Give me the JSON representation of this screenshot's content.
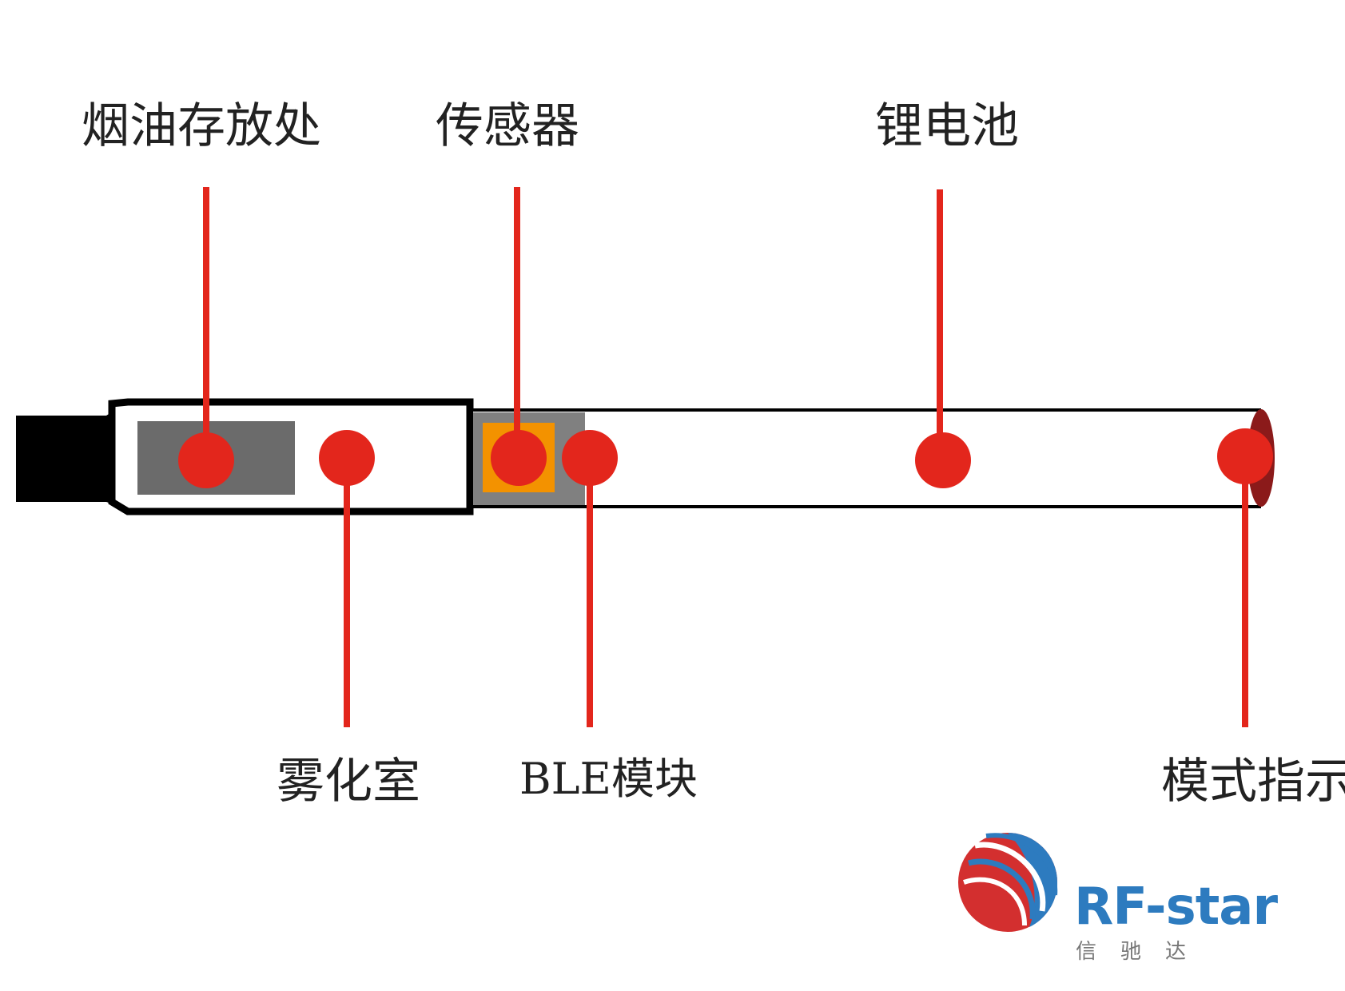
{
  "labels": {
    "oil_storage": "烟油存放处",
    "sensor": "传感器",
    "battery": "锂电池",
    "atomizer": "雾化室",
    "ble_module": "BLE模块",
    "mode_indicator": "模式指示"
  },
  "logo": {
    "wordmark": "RF-star",
    "subtitle": "信驰达"
  },
  "colors": {
    "marker_red": "#e3261c",
    "outline_black": "#000000",
    "cartridge_gray": "#6b6b6b",
    "sensor_orange": "#f39200",
    "module_gray": "#808080",
    "tip_dark_red": "#8b1a1a",
    "logo_blue": "#2d7bbf",
    "logo_red": "#d32f2f",
    "logo_gray": "#777777"
  }
}
